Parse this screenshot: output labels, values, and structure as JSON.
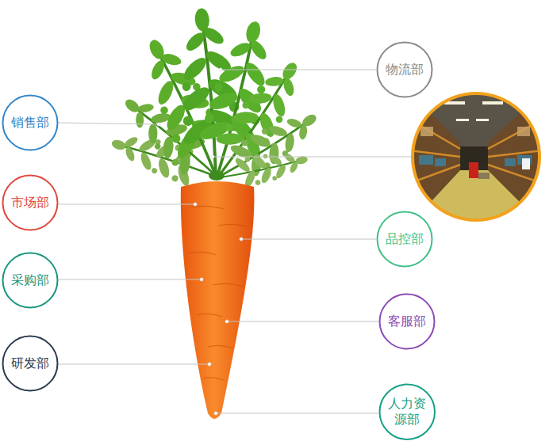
{
  "diagram": {
    "nodes": [
      {
        "text": [
          "物流部"
        ]
      },
      {
        "text": [
          "销售部"
        ]
      },
      {
        "text": [
          "市场部"
        ]
      },
      {
        "text": [
          "品控部"
        ]
      },
      {
        "text": [
          "采购部"
        ]
      },
      {
        "text": [
          "客服部"
        ]
      },
      {
        "text": [
          "研发部"
        ]
      },
      {
        "text": [
          "人力资源部"
        ]
      }
    ]
  }
}
